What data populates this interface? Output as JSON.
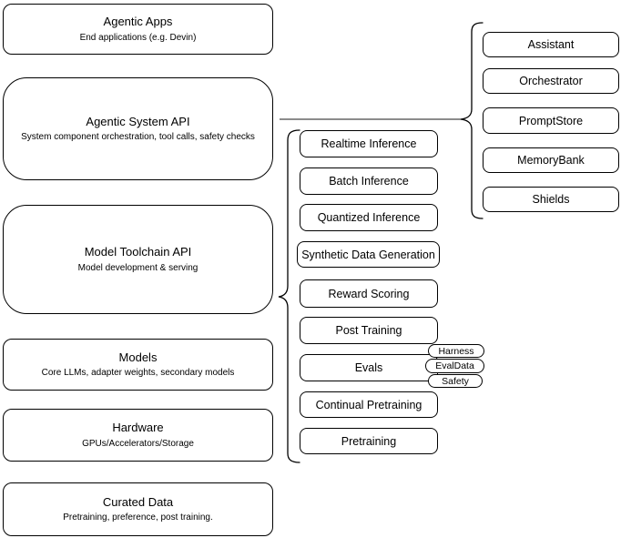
{
  "left_stack": [
    {
      "title": "Agentic Apps",
      "subtitle": "End applications (e.g. Devin)"
    },
    {
      "title": "Agentic System API",
      "subtitle": "System component orchestration, tool calls, safety checks"
    },
    {
      "title": "Model Toolchain API",
      "subtitle": "Model development & serving"
    },
    {
      "title": "Models",
      "subtitle": "Core LLMs, adapter weights, secondary models"
    },
    {
      "title": "Hardware",
      "subtitle": "GPUs/Accelerators/Storage"
    },
    {
      "title": "Curated Data",
      "subtitle": "Pretraining, preference, post training."
    }
  ],
  "toolchain": {
    "items": [
      "Realtime Inference",
      "Batch Inference",
      "Quantized Inference",
      "Synthetic Data Generation",
      "Reward Scoring",
      "Post Training",
      "Evals",
      "Continual Pretraining",
      "Pretraining"
    ]
  },
  "evals_tags": [
    "Harness",
    "EvalData",
    "Safety"
  ],
  "components": {
    "items": [
      "Assistant",
      "Orchestrator",
      "PromptStore",
      "MemoryBank",
      "Shields"
    ]
  },
  "colors": {
    "stroke": "#000000",
    "node_fill": "#ffffff",
    "connector": "#666666",
    "text": "#000000"
  }
}
